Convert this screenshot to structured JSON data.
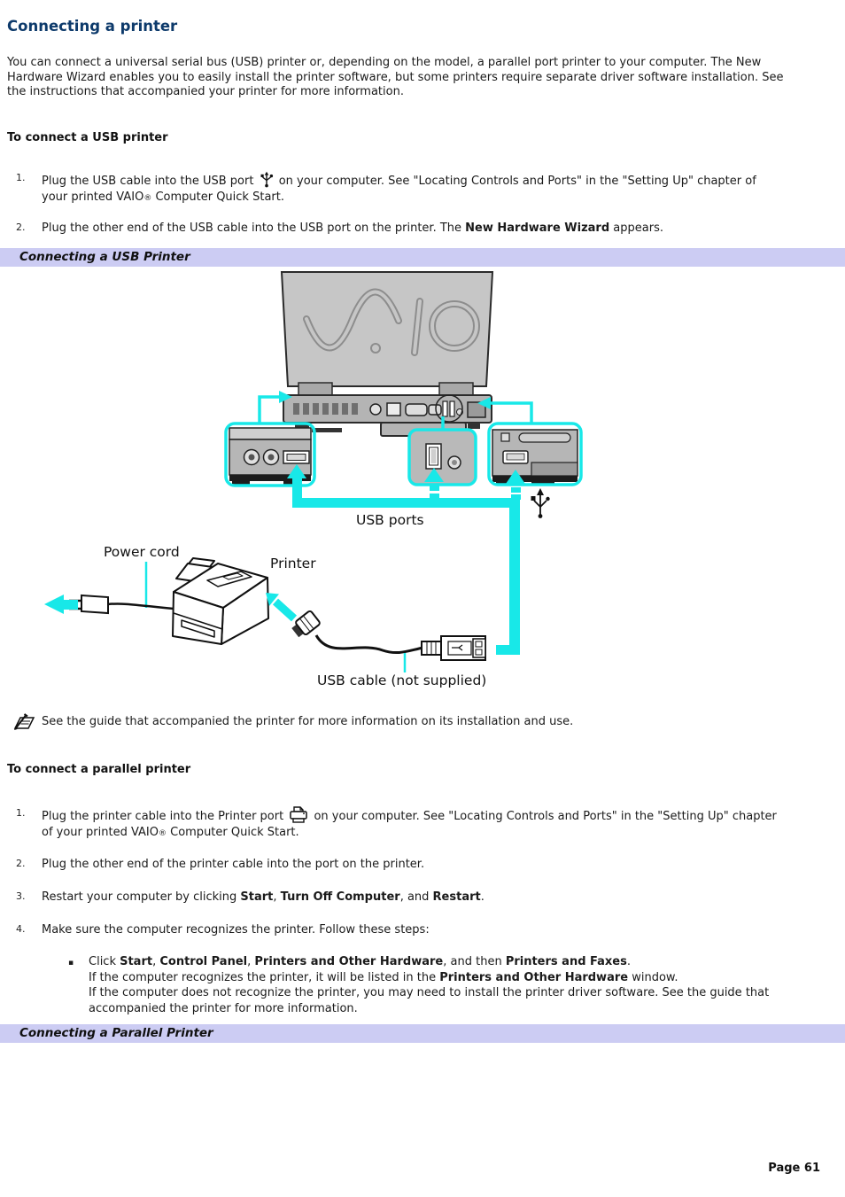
{
  "page": {
    "title": "Connecting a printer",
    "footer": "Page 61"
  },
  "intro": "You can connect a universal serial bus (USB) printer or, depending on the model, a parallel port printer to your computer. The New Hardware Wizard enables you to easily install the printer software, but some printers require separate driver software installation. See the instructions that accompanied your printer for more information.",
  "usb": {
    "heading": "To connect a USB printer",
    "banner": "Connecting a USB Printer",
    "s1": {
      "num": "1.",
      "t1": "Plug the USB cable into the USB port ",
      "t2": " on your computer. See \"Locating Controls and Ports\" in the \"Setting Up\" chapter of your printed VAIO",
      "sup": "®",
      "t3": " Computer Quick Start."
    },
    "s2": {
      "num": "2.",
      "t1": "Plug the other end of the USB cable into the USB port on the printer. The ",
      "b1": "New Hardware Wizard",
      "t2": " appears."
    }
  },
  "diagram": {
    "labels": {
      "usb_ports": "USB ports",
      "power_cord": "Power cord",
      "printer": "Printer",
      "usb_cable": "USB cable (not supplied)"
    },
    "colors": {
      "cyan": "#18e8e8",
      "laptop_gray": "#c6c6c6",
      "banner_bg": "#ccccf3",
      "heading_blue": "#0d3a6b"
    }
  },
  "note": "See the guide that accompanied the printer for more information on its installation and use.",
  "parallel": {
    "heading": "To connect a parallel printer",
    "banner": "Connecting a Parallel Printer",
    "s1": {
      "num": "1.",
      "t1": "Plug the printer cable into the Printer port ",
      "t2": " on your computer. See \"Locating Controls and Ports\" in the \"Setting Up\" chapter of your printed VAIO",
      "sup": "®",
      "t3": " Computer Quick Start."
    },
    "s2": {
      "num": "2.",
      "t1": "Plug the other end of the printer cable into the port on the printer."
    },
    "s3": {
      "num": "3.",
      "t1": "Restart your computer by clicking ",
      "b1": "Start",
      "t2": ", ",
      "b2": "Turn Off Computer",
      "t3": ", and ",
      "b3": "Restart",
      "t4": "."
    },
    "s4": {
      "num": "4.",
      "t1": "Make sure the computer recognizes the printer. Follow these steps:"
    },
    "bullet": {
      "glyph": "▪",
      "l1": {
        "t1": "Click ",
        "b1": "Start",
        "t2": ", ",
        "b2": "Control Panel",
        "t3": ", ",
        "b3": "Printers and Other Hardware",
        "t4": ", and then ",
        "b4": "Printers and Faxes",
        "t5": "."
      },
      "l2": {
        "t1": "If the computer recognizes the printer, it will be listed in the ",
        "b1": "Printers and Other Hardware",
        "t2": " window."
      },
      "l3": "If the computer does not recognize the printer, you may need to install the printer driver software. See the guide that accompanied the printer for more information."
    }
  }
}
